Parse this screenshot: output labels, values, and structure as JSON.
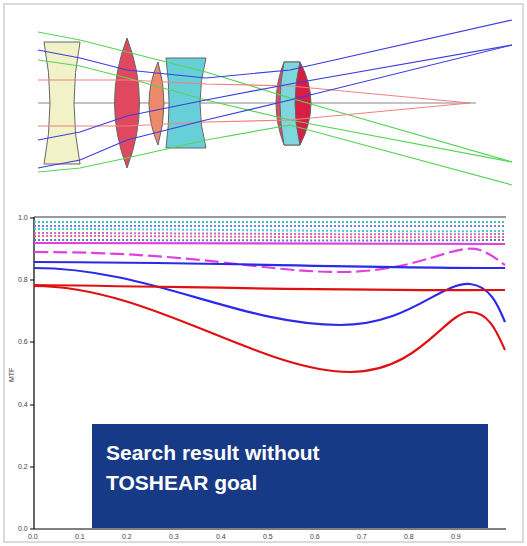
{
  "diagram": {
    "nodes": [
      {
        "text": [
          "Search result without TOSHEAR goal"
        ]
      }
    ],
    "labels": [
      "1.0",
      "0.8",
      "0.6",
      "0.4",
      "0.2",
      "0.0",
      "MTF",
      "0.0",
      "0.1",
      "0.2",
      "0.3",
      "0.4",
      "0.5",
      "0.6",
      "0.7",
      "0.8",
      "0.9"
    ]
  }
}
